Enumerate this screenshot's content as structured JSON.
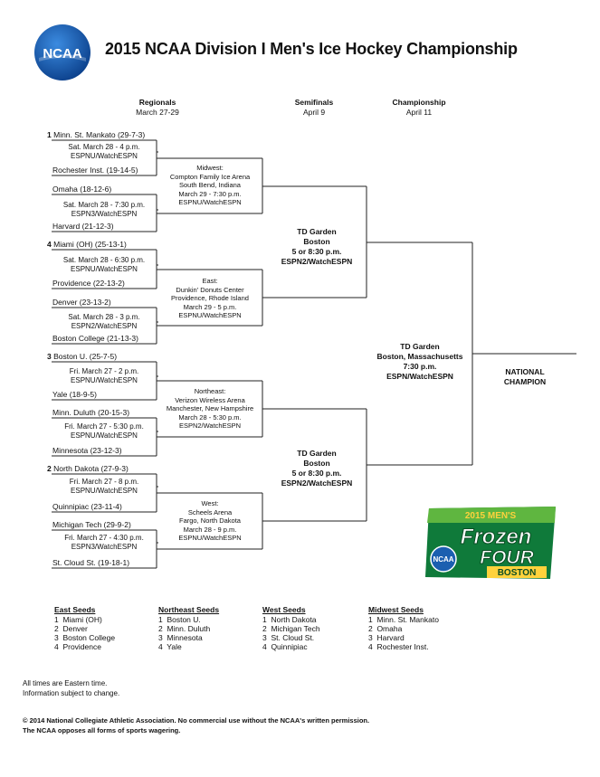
{
  "title": "2015 NCAA Division I Men's Ice Hockey Championship",
  "logo": {
    "text": "NCAA",
    "color": "#1b5fb0"
  },
  "rounds": {
    "regionals": {
      "label": "Regionals",
      "date": "March 27-29"
    },
    "semifinals": {
      "label": "Semifinals",
      "date": "April 9"
    },
    "championship": {
      "label": "Championship",
      "date": "April 11"
    }
  },
  "teams": [
    {
      "seed": "1",
      "name": "Minn. St. Mankato (29-7-3)"
    },
    {
      "seed": "",
      "name": "Rochester Inst. (19-14-5)"
    },
    {
      "seed": "",
      "name": "Omaha (18-12-6)"
    },
    {
      "seed": "",
      "name": "Harvard (21-12-3)"
    },
    {
      "seed": "4",
      "name": "Miami (OH) (25-13-1)"
    },
    {
      "seed": "",
      "name": "Providence (22-13-2)"
    },
    {
      "seed": "",
      "name": "Denver (23-13-2)"
    },
    {
      "seed": "",
      "name": "Boston College (21-13-3)"
    },
    {
      "seed": "3",
      "name": "Boston U. (25-7-5)"
    },
    {
      "seed": "",
      "name": "Yale (18-9-5)"
    },
    {
      "seed": "",
      "name": "Minn. Duluth (20-15-3)"
    },
    {
      "seed": "",
      "name": "Minnesota (23-12-3)"
    },
    {
      "seed": "2",
      "name": "North Dakota (27-9-3)"
    },
    {
      "seed": "",
      "name": "Quinnipiac (23-11-4)"
    },
    {
      "seed": "",
      "name": "Michigan Tech (29-9-2)"
    },
    {
      "seed": "",
      "name": "St. Cloud St. (19-18-1)"
    }
  ],
  "games": [
    [
      "Sat. March 28 - 4 p.m.",
      "ESPNU/WatchESPN"
    ],
    [
      "Sat. March 28 - 7:30 p.m.",
      "ESPN3/WatchESPN"
    ],
    [
      "Sat. March 28 - 6:30 p.m.",
      "ESPNU/WatchESPN"
    ],
    [
      "Sat. March 28 - 3 p.m.",
      "ESPN2/WatchESPN"
    ],
    [
      "Fri. March 27 - 2 p.m.",
      "ESPNU/WatchESPN"
    ],
    [
      "Fri. March 27 - 5:30 p.m.",
      "ESPNU/WatchESPN"
    ],
    [
      "Fri. March 27 - 8 p.m.",
      "ESPNU/WatchESPN"
    ],
    [
      "Fri. March 27 - 4:30 p.m.",
      "ESPN3/WatchESPN"
    ]
  ],
  "regionals": [
    [
      "Midwest:",
      "Compton Family Ice Arena",
      "South Bend, Indiana",
      "March 29 - 7:30 p.m.",
      "ESPNU/WatchESPN"
    ],
    [
      "East:",
      "Dunkin' Donuts Center",
      "Providence, Rhode Island",
      "March 29 - 5 p.m.",
      "ESPNU/WatchESPN"
    ],
    [
      "Northeast:",
      "Verizon Wireless Arena",
      "Manchester, New Hampshire",
      "March 28 - 5:30 p.m.",
      "ESPN2/WatchESPN"
    ],
    [
      "West:",
      "Scheels Arena",
      "Fargo, North Dakota",
      "March 28 - 9 p.m.",
      "ESPNU/WatchESPN"
    ]
  ],
  "semifinals": [
    [
      "TD Garden",
      "Boston",
      "5 or 8:30 p.m.",
      "ESPN2/WatchESPN"
    ],
    [
      "TD Garden",
      "Boston",
      "5 or 8:30 p.m.",
      "ESPN2/WatchESPN"
    ]
  ],
  "championship": [
    "TD Garden",
    "Boston, Massachusetts",
    "7:30 p.m.",
    "ESPN/WatchESPN"
  ],
  "champion": [
    "NATIONAL",
    "CHAMPION"
  ],
  "frozen_four": {
    "line1": "2015 MEN'S",
    "line2": "Frozen",
    "line3": "FOUR",
    "line4": "BOSTON",
    "badge": "NCAA"
  },
  "seed_lists": [
    {
      "title": "East Seeds",
      "items": [
        "1  Miami (OH)",
        "2  Denver",
        "3  Boston College",
        "4  Providence"
      ]
    },
    {
      "title": "Northeast Seeds",
      "items": [
        "1  Boston U.",
        "2  Minn. Duluth",
        "3  Minnesota",
        "4  Yale"
      ]
    },
    {
      "title": "West Seeds",
      "items": [
        "1  North Dakota",
        "2  Michigan Tech",
        "3  St. Cloud St.",
        "4  Quinnipiac"
      ]
    },
    {
      "title": "Midwest Seeds",
      "items": [
        "1  Minn. St. Mankato",
        "2  Omaha",
        "3  Harvard",
        "4  Rochester Inst."
      ]
    }
  ],
  "notes": [
    "All times are Eastern time.",
    "Information subject to change."
  ],
  "legal": [
    "© 2014 National Collegiate Athletic Association.  No commercial use without the NCAA's written permission.",
    "The NCAA opposes all forms of sports wagering."
  ]
}
